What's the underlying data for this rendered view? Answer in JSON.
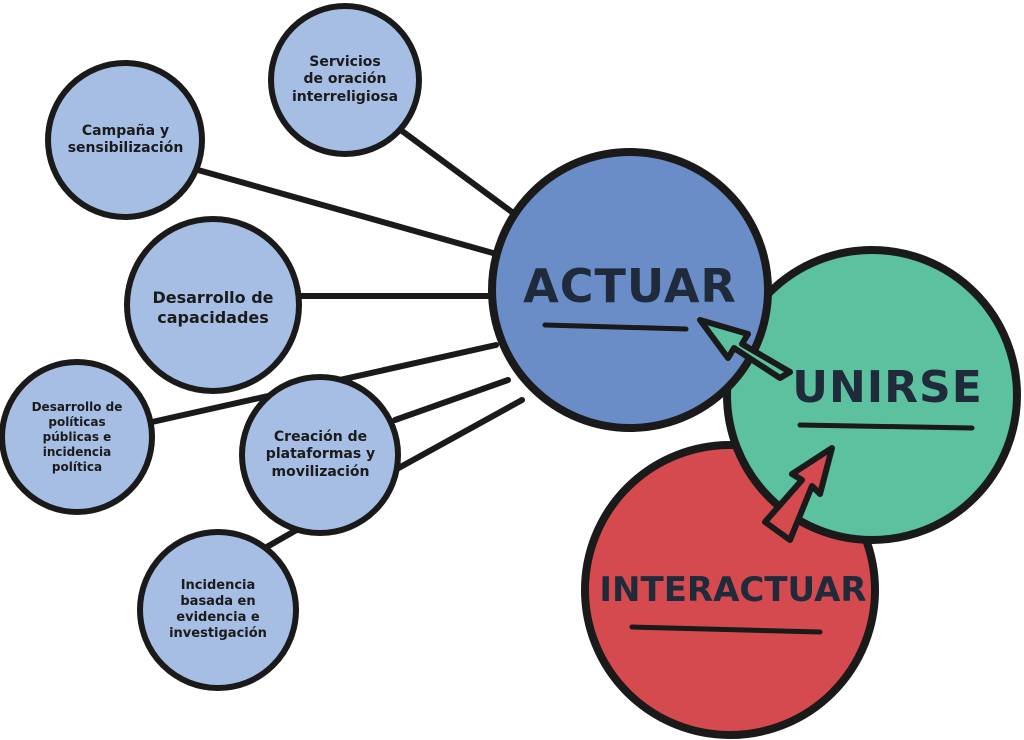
{
  "diagram": {
    "main": {
      "actuar": "ACTUAR",
      "unirse": "UNIRSE",
      "interactuar": "INTERACTUAR"
    },
    "nodes": {
      "servicios": [
        "Servicios",
        "de oración",
        "interreligiosa"
      ],
      "campana": [
        "Campaña y",
        "sensibilización"
      ],
      "capacidades": [
        "Desarrollo de",
        "capacidades"
      ],
      "politicas": [
        "Desarrollo de",
        "políticas",
        "públicas e",
        "incidencia",
        "política"
      ],
      "plataformas": [
        "Creación de",
        "plataformas y",
        "movilización"
      ],
      "incidencia": [
        "Incidencia",
        "basada en",
        "evidencia e",
        "investigación"
      ]
    },
    "colors": {
      "small_node": "#a6bde4",
      "actuar": "#6a8cc7",
      "unirse": "#5bc19f",
      "interactuar": "#d44a4f",
      "outline": "#1a1a1a"
    }
  }
}
